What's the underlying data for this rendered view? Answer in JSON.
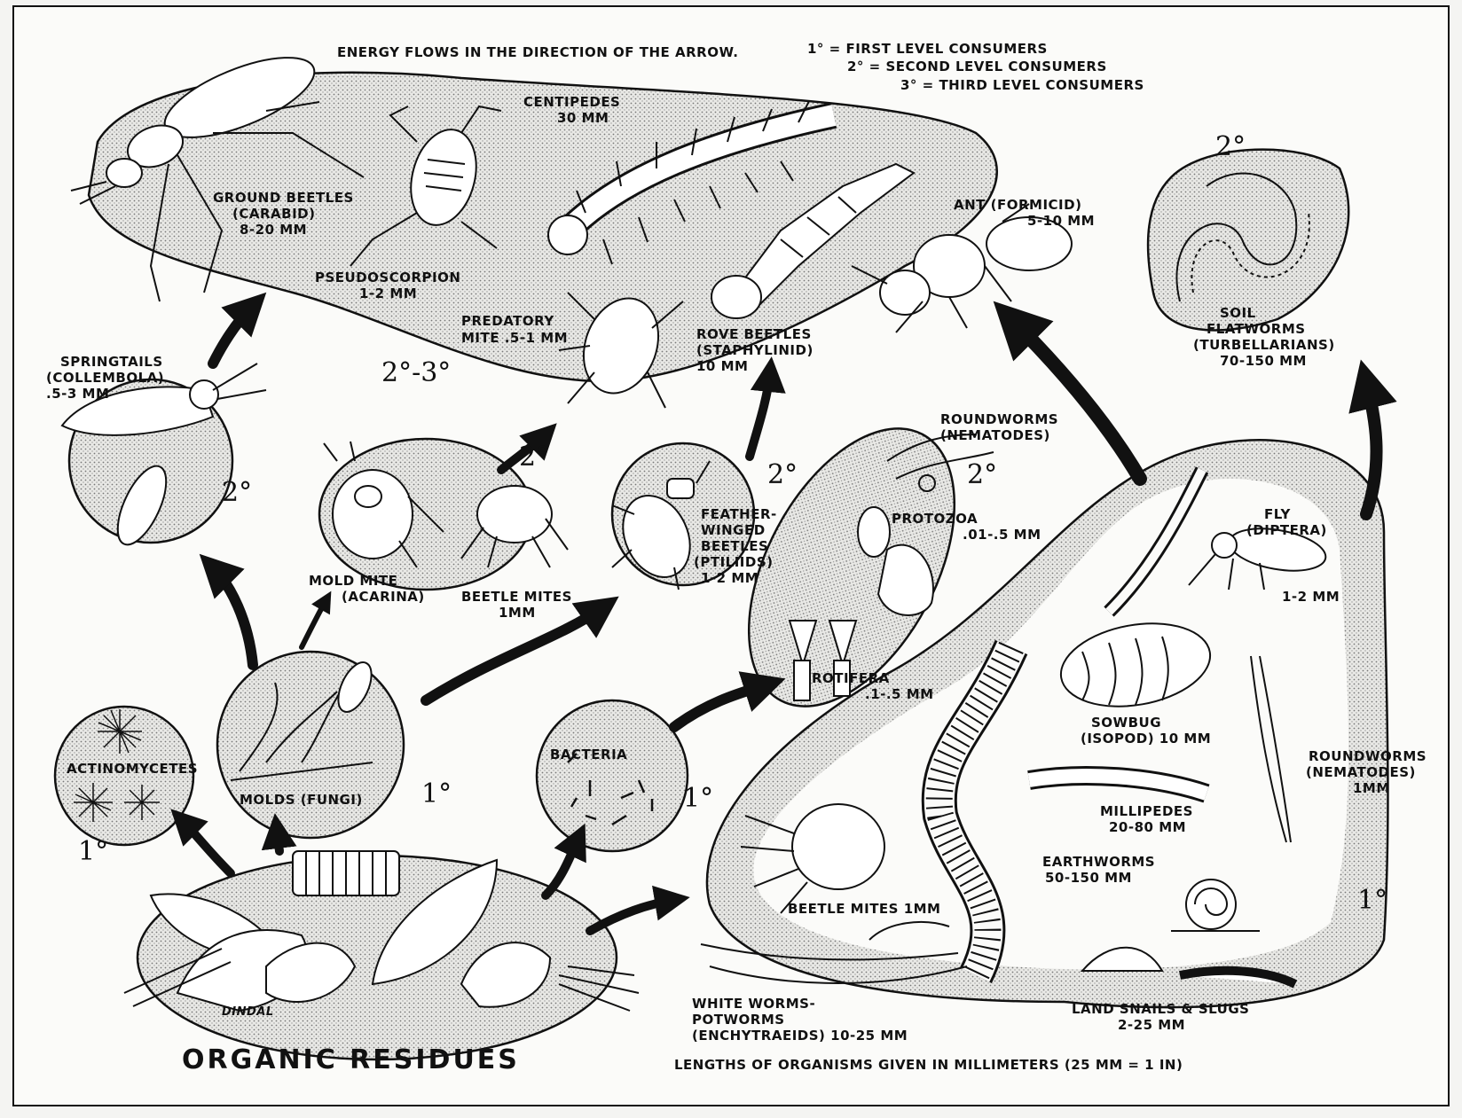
{
  "legend": {
    "line1": "ENERGY FLOWS IN THE DIRECTION OF THE ARROW.",
    "l1": "1° = FIRST LEVEL CONSUMERS",
    "l2": "2° = SECOND LEVEL CONSUMERS",
    "l3": "3° = THIRD LEVEL CONSUMERS"
  },
  "footer": "LENGTHS OF ORGANISMS GIVEN IN MILLIMETERS (25 mm = 1 in)",
  "levels": {
    "top": "2°-3°",
    "springtails": "2°",
    "mites": "2°",
    "ptiliids": "2°",
    "protozoa": "2°",
    "flatworms": "2°",
    "actino": "1°",
    "molds": "1°",
    "bacteria": "1°",
    "big": "1°"
  },
  "organisms": {
    "ground_beetles": [
      "GROUND BEETLES",
      "(CARABID)",
      "8-20 mm"
    ],
    "centipedes": [
      "CENTIPEDES",
      "30 mm"
    ],
    "pseudoscorpion": [
      "PSEUDOSCORPION",
      "1-2 mm"
    ],
    "predatory_mite": [
      "PREDATORY",
      "MITE .5-1 mm"
    ],
    "rove_beetles": [
      "ROVE BEETLES",
      "(STAPHYLINID)",
      "10 mm"
    ],
    "ant": [
      "ANT (FORMICID)",
      "5-10 mm"
    ],
    "flatworms": [
      "SOIL",
      "FLATWORMS",
      "(TURBELLARIANS)",
      "70-150 mm"
    ],
    "springtails": [
      "SPRINGTAILS",
      "(COLLEMBOLA)",
      ".5-3 mm"
    ],
    "mold_mite": [
      "MOLD MITE",
      "(ACARINA)"
    ],
    "beetle_mites_small": [
      "BEETLE MITES",
      "1mm"
    ],
    "ptiliids": [
      "FEATHER-",
      "WINGED",
      "BEETLES",
      "(PTILIIDS)",
      "1-2 mm"
    ],
    "roundworms_top": [
      "ROUNDWORMS",
      "(NEMATODES)"
    ],
    "protozoa": [
      "PROTOZOA",
      ".01-.5 mm"
    ],
    "rotifera": [
      "ROTIFERA",
      ".1-.5 mm"
    ],
    "fly": [
      "FLY",
      "(DIPTERA)",
      "1-2 mm"
    ],
    "actinomycetes": "ACTINOMYCETES",
    "molds": "MOLDS (FUNGI)",
    "bacteria": "BACTERIA",
    "sowbug": [
      "SOWBUG",
      "(ISOPOD) 10 mm"
    ],
    "roundworms_right": [
      "ROUNDWORMS",
      "(NEMATODES)",
      "1mm"
    ],
    "millipedes": [
      "MILLIPEDES",
      "20-80 mm"
    ],
    "earthworms": [
      "EARTHWORMS",
      "50-150 mm"
    ],
    "beetle_mites_large": "BEETLE MITES 1mm",
    "snails": [
      "LAND SNAILS & SLUGS",
      "2-25 mm"
    ],
    "whiteworms": [
      "WHITE WORMS-",
      "POTWORMS",
      "(ENCHYTRAEIDS) 10-25 mm"
    ],
    "organic": "ORGANIC RESIDUES",
    "signature": "DINDAL"
  }
}
